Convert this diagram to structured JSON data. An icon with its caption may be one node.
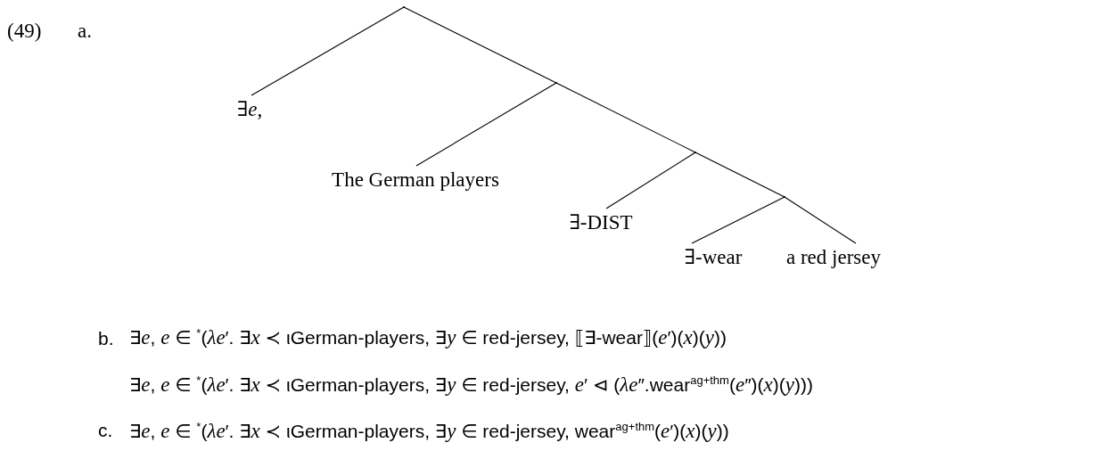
{
  "diagram": {
    "nodes": [
      {
        "text": [],
        "shape": "point"
      },
      {
        "text": [
          "∃*e*,"
        ]
      },
      {
        "text": [],
        "shape": "point"
      },
      {
        "text": [
          "The German players"
        ]
      },
      {
        "text": [],
        "shape": "point"
      },
      {
        "text": [
          "∃-DIST"
        ]
      },
      {
        "text": [],
        "shape": "point"
      },
      {
        "text": [
          "∃-wear"
        ]
      },
      {
        "text": [
          "a red jersey"
        ]
      }
    ],
    "edges": [
      {
        "from": 0,
        "to": 1,
        "arrow": "none"
      },
      {
        "from": 0,
        "to": 2,
        "arrow": "none"
      },
      {
        "from": 2,
        "to": 3,
        "arrow": "none"
      },
      {
        "from": 2,
        "to": 4,
        "arrow": "none"
      },
      {
        "from": 4,
        "to": 5,
        "arrow": "none"
      },
      {
        "from": 4,
        "to": 6,
        "arrow": "none"
      },
      {
        "from": 6,
        "to": 7,
        "arrow": "none"
      },
      {
        "from": 6,
        "to": 8,
        "arrow": "none"
      }
    ],
    "labels": [
      "(49)",
      "a.",
      "b.",
      "∃*e*, *e* ∈ $^{*}$(*λe*′. ∃*x* ≺ ιGerman-players, ∃*y* ∈ red-jersey, ⟦∃-wear⟧(*e*′)(*x*)(*y*))",
      "∃*e*, *e* ∈ $^{*}$(*λe*′. ∃*x* ≺ ιGerman-players, ∃*y* ∈ red-jersey, *e*′ ⊲ (*λe*″.wear$^{ag+thm}$(*e*″)(*x*)(*y*)))",
      "c.",
      "∃*e*, *e* ∈ $^{*}$(*λe*′. ∃*x* ≺ ιGerman-players, ∃*y* ∈ red-jersey, wear$^{ag+thm}$(*e*′)(*x*)(*y*))"
    ]
  }
}
